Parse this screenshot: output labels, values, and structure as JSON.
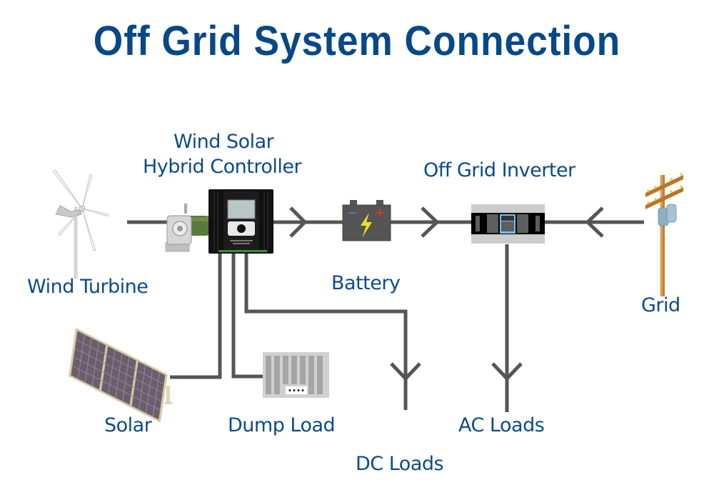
{
  "title": "Off Grid System Connection",
  "colors": {
    "title": "#074887",
    "label": "#0b4a8b",
    "wire": "#555555"
  },
  "components": {
    "wind_turbine": {
      "label": "Wind Turbine",
      "icon": "wind-turbine-icon"
    },
    "controller": {
      "label_line1": "Wind Solar",
      "label_line2": "Hybrid Controller",
      "icon": "charge-controller-icon"
    },
    "battery": {
      "label": "Battery",
      "icon": "battery-icon"
    },
    "inverter": {
      "label": "Off Grid Inverter",
      "icon": "inverter-icon"
    },
    "grid": {
      "label": "Grid",
      "icon": "utility-pole-icon"
    },
    "solar": {
      "label": "Solar",
      "icon": "solar-panel-icon"
    },
    "dump_load": {
      "label": "Dump Load",
      "icon": "dump-load-resistor-icon"
    },
    "dc_loads": {
      "label": "DC Loads"
    },
    "ac_loads": {
      "label": "AC Loads"
    }
  },
  "connections": [
    {
      "from": "Wind Turbine",
      "to": "Wind Solar Hybrid Controller"
    },
    {
      "from": "Wind Solar Hybrid Controller",
      "to": "Battery",
      "arrow": true
    },
    {
      "from": "Battery",
      "to": "Off Grid Inverter",
      "arrow": true
    },
    {
      "from": "Grid",
      "to": "Off Grid Inverter",
      "arrow": true
    },
    {
      "from": "Solar",
      "to": "Wind Solar Hybrid Controller"
    },
    {
      "from": "Wind Solar Hybrid Controller",
      "to": "Dump Load"
    },
    {
      "from": "Wind Solar Hybrid Controller",
      "to": "DC Loads",
      "arrow": true
    },
    {
      "from": "Off Grid Inverter",
      "to": "AC Loads",
      "arrow": true
    }
  ]
}
